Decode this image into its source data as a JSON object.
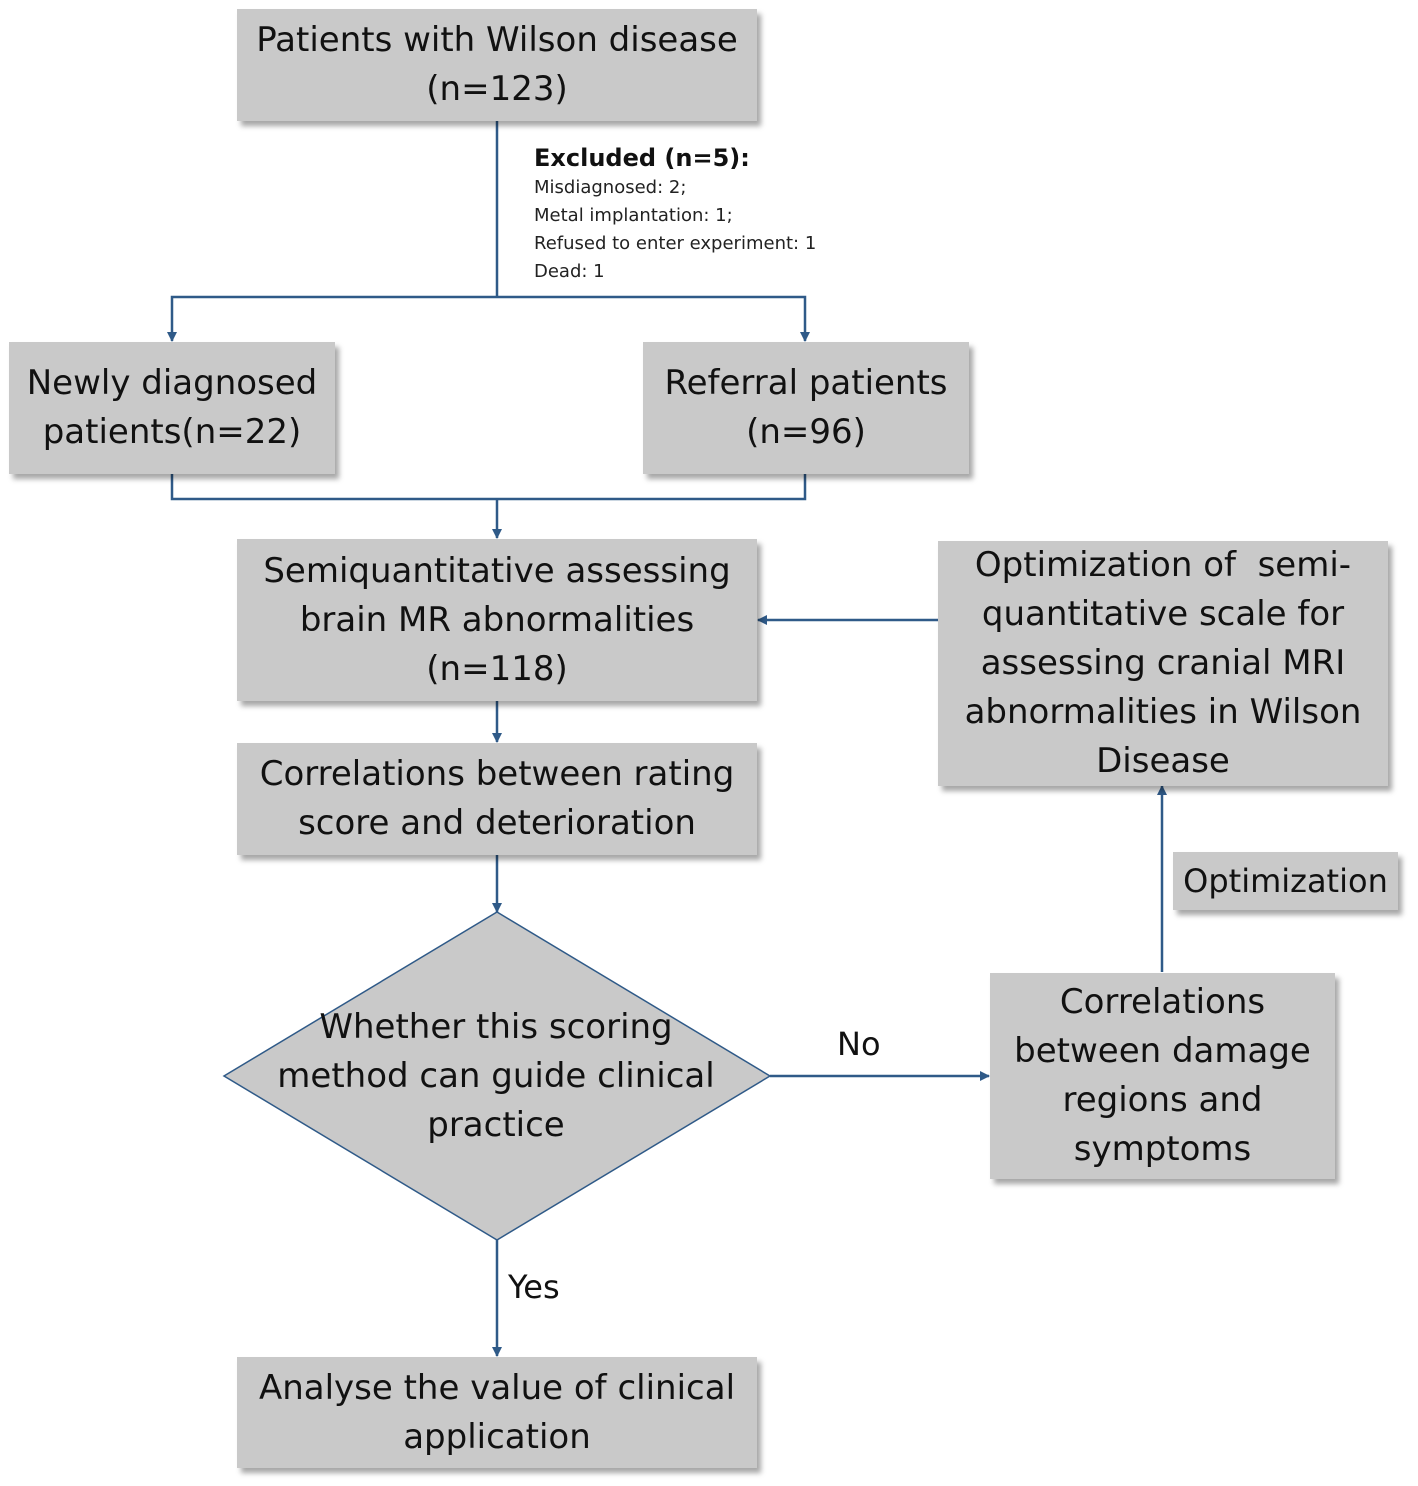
{
  "nodes": {
    "patients": [
      "Patients with Wilson disease",
      "(n=123)"
    ],
    "excluded": {
      "heading": "Excluded (n=5):",
      "items": [
        "Misdiagnosed: 2;",
        "Metal implantation: 1;",
        "Refused to enter experiment: 1",
        "Dead: 1"
      ]
    },
    "newly": [
      "Newly diagnosed",
      "patients(n=22)"
    ],
    "referral": [
      "Referral patients",
      "(n=96)"
    ],
    "semi": [
      "Semiquantitative assessing",
      "brain MR abnormalities",
      "(n=118)"
    ],
    "correlations_rating": [
      "Correlations between rating",
      "score and deterioration"
    ],
    "decision": [
      "Whether this scoring",
      "method can guide clinical",
      "practice"
    ],
    "analyse": [
      "Analyse the value of clinical",
      "application"
    ],
    "correlations_damage": [
      "Correlations",
      "between damage",
      "regions and",
      "symptoms"
    ],
    "optimization_scale": [
      "Optimization of  semi-",
      "quantitative scale for",
      "assessing cranial MRI",
      "abnormalities in Wilson",
      "Disease"
    ],
    "optimization_label": "Optimization"
  },
  "edge_labels": {
    "no": "No",
    "yes": "Yes"
  },
  "colors": {
    "box_fill": "#c9c9c9",
    "arrow": "#2f5a88"
  }
}
